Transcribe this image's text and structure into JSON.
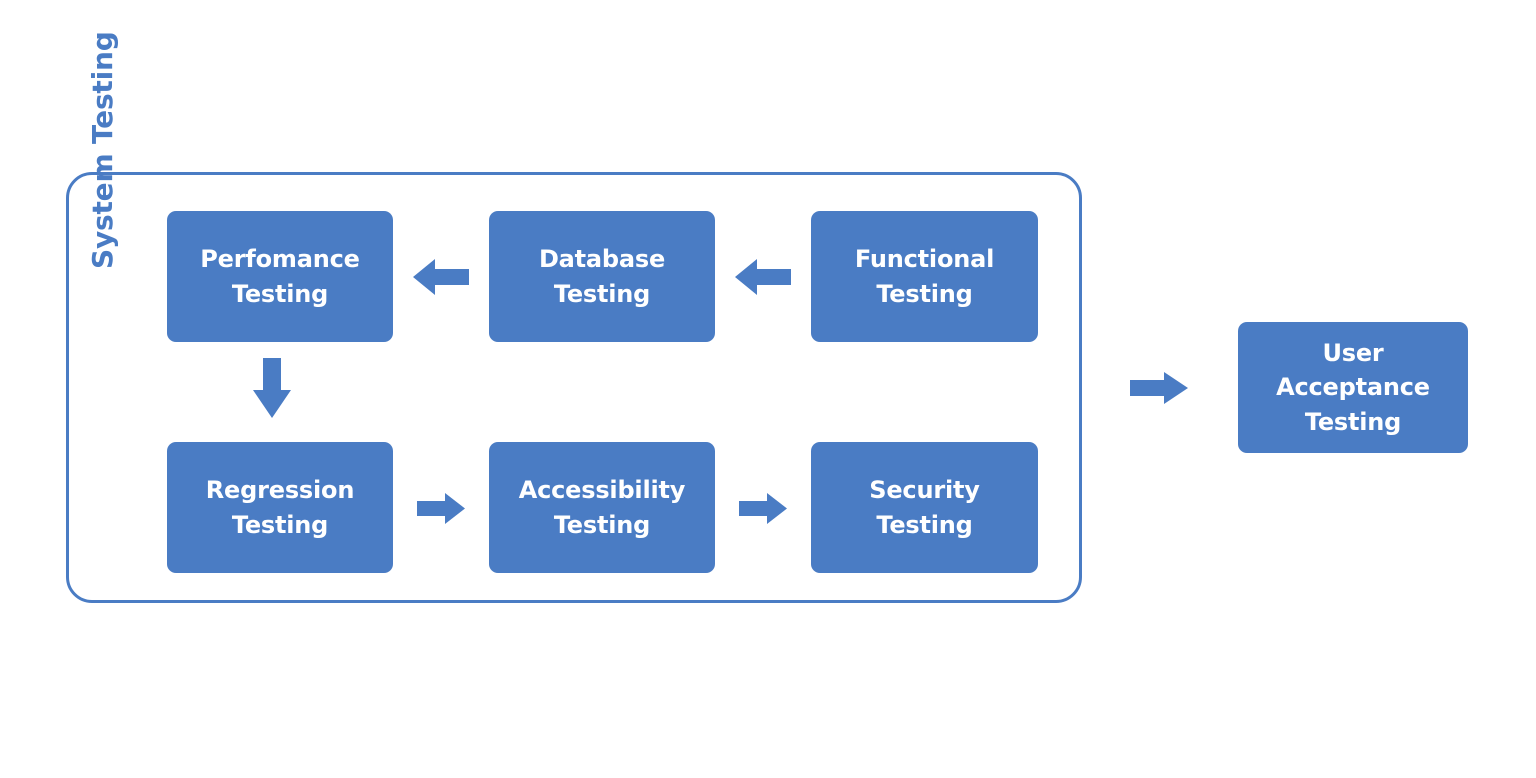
{
  "diagram": {
    "title_label": "System Testing",
    "accent_color": "#4a7cc4",
    "node_text_color": "#ffffff",
    "background_color": "#ffffff",
    "group": {
      "label": "System Testing"
    },
    "nodes": [
      {
        "id": "performance",
        "line1": "Perfomance",
        "line2": "Testing"
      },
      {
        "id": "database",
        "line1": "Database",
        "line2": "Testing"
      },
      {
        "id": "functional",
        "line1": "Functional",
        "line2": "Testing"
      },
      {
        "id": "regression",
        "line1": "Regression",
        "line2": "Testing"
      },
      {
        "id": "accessibility",
        "line1": "Accessibility",
        "line2": "Testing"
      },
      {
        "id": "security",
        "line1": "Security",
        "line2": "Testing"
      },
      {
        "id": "uat",
        "line1": "User",
        "line2": "Acceptance",
        "line3": "Testing"
      }
    ],
    "arrows": [
      {
        "id": "functional-to-database",
        "direction": "left",
        "icon": "arrow-left-icon"
      },
      {
        "id": "database-to-performance",
        "direction": "left",
        "icon": "arrow-left-icon"
      },
      {
        "id": "performance-to-regression",
        "direction": "down",
        "icon": "arrow-down-icon"
      },
      {
        "id": "regression-to-accessibility",
        "direction": "right",
        "icon": "arrow-right-icon"
      },
      {
        "id": "accessibility-to-security",
        "direction": "right",
        "icon": "arrow-right-icon"
      },
      {
        "id": "system-to-uat",
        "direction": "right",
        "icon": "arrow-right-icon"
      }
    ]
  }
}
